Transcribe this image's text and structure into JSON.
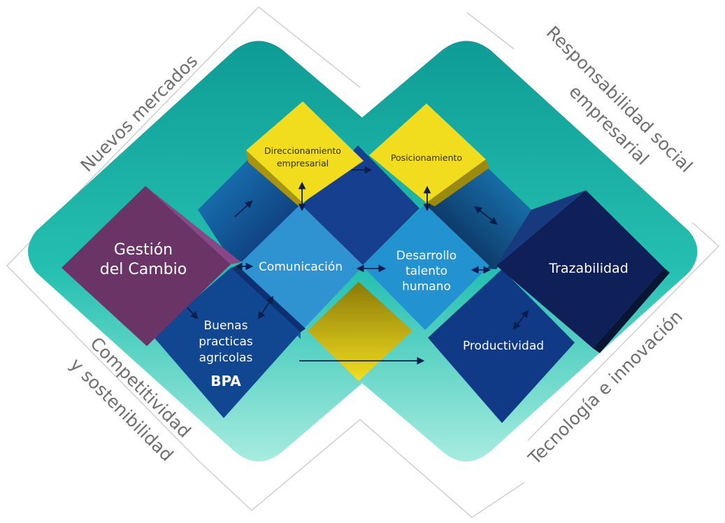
{
  "outer_labels": {
    "top_left": "Nuevos mercados",
    "top_right_line1": "Responsabilidad social",
    "top_right_line2": "empresarial",
    "bottom_left_line1": "Competitividad",
    "bottom_left_line2": "y sostenibilidad",
    "bottom_right": "Tecnología e innovación"
  },
  "blocks": {
    "gestion": {
      "line1": "Gestión",
      "line2": "del Cambio",
      "color": "#6a3566"
    },
    "direccionamiento": {
      "line1": "Direccionamiento",
      "line2": "empresarial",
      "color": "#f2dc1e"
    },
    "posicionamiento": {
      "line1": "Posicionamiento",
      "color": "#f2dc1e"
    },
    "comunicacion": {
      "line1": "Comunicación",
      "color": "#2f93d1"
    },
    "desarrollo": {
      "line1": "Desarrollo",
      "line2": "talento",
      "line3": "humano",
      "color": "#2392d0"
    },
    "trazabilidad": {
      "line1": "Trazabilidad",
      "color": "#0f2059"
    },
    "productividad": {
      "line1": "Productividad",
      "color": "#103a86"
    },
    "buenas": {
      "line1": "Buenas",
      "line2": "practicas",
      "line3": "agricolas",
      "line4": "BPA",
      "color": "#114690"
    }
  },
  "colors": {
    "teal": "#17b3ab",
    "teal_light": "#9ee6dc",
    "navy": "#0d2a6e",
    "yellow": "#f2dc1e",
    "purple": "#6a3566"
  }
}
